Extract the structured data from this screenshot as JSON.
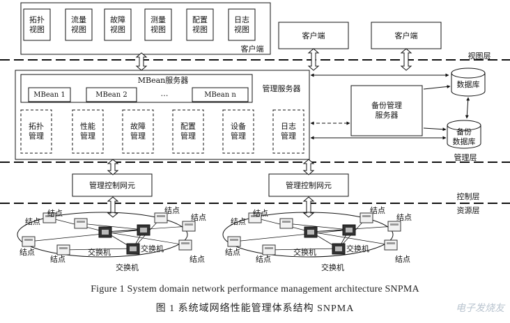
{
  "client_box": {
    "views": [
      "拓扑\n视图",
      "流量\n视图",
      "故障\n视图",
      "测量\n视图",
      "配置\n视图",
      "日志\n视图"
    ],
    "label": "客户端"
  },
  "clients": [
    "客户端",
    "客户端"
  ],
  "layers": {
    "view": "视图层",
    "management": "管理层",
    "control": "控制层",
    "resource": "资源层"
  },
  "management_server": {
    "label": "管理服务器",
    "mbean_server": "MBean服务器",
    "mbeans": [
      "MBean 1",
      "MBean 2",
      "…",
      "MBean n"
    ],
    "modules": [
      "拓扑\n管理",
      "性能\n管理",
      "故障\n管理",
      "配置\n管理",
      "设备\n管理",
      "日志\n管理"
    ]
  },
  "backup_server": "备份管理\n服务器",
  "databases": [
    "数据库",
    "备份\n数据库"
  ],
  "control_elements": [
    "管理控制网元",
    "管理控制网元"
  ],
  "networks": [
    {
      "node_labels": [
        "结点",
        "结点",
        "结点",
        "结点",
        "结点",
        "结点",
        "结点"
      ],
      "switch_labels": [
        "交换机",
        "交换机",
        "交换机"
      ]
    },
    {
      "node_labels": [
        "结点",
        "结点",
        "结点",
        "结点",
        "结点",
        "结点",
        "结点"
      ],
      "switch_labels": [
        "交换机",
        "交换机",
        "交换机"
      ]
    }
  ],
  "caption": {
    "en": "Figure 1   System domain network performance management architecture SNPMA",
    "zh": "图 1   系统域网络性能管理体系结构 SNPMA"
  },
  "watermark": "电子发烧友"
}
